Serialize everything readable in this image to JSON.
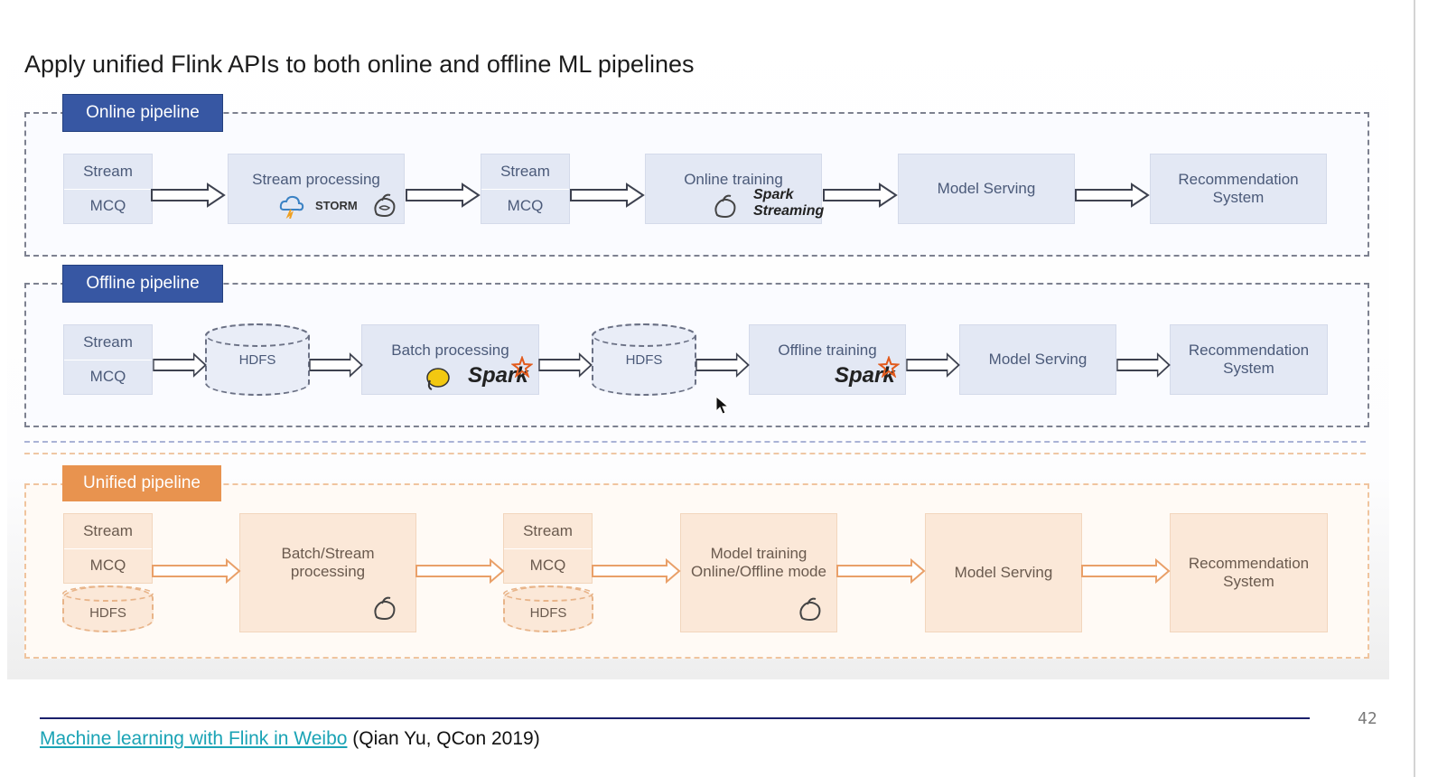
{
  "slide": {
    "title": "Apply unified Flink APIs to both online and offline ML pipelines",
    "page_number": "42"
  },
  "online": {
    "label": "Online pipeline",
    "source": [
      "Stream",
      "MCQ"
    ],
    "stream_processing": "Stream processing",
    "storm_logo": "STORM",
    "mid": [
      "Stream",
      "MCQ"
    ],
    "online_training": "Online training",
    "spark_streaming": [
      "Spark",
      "Streaming"
    ],
    "model_serving": "Model Serving",
    "recommendation": [
      "Recommendation",
      "System"
    ]
  },
  "offline": {
    "label": "Offline pipeline",
    "source": [
      "Stream",
      "MCQ"
    ],
    "hdfs1": "HDFS",
    "batch_processing": "Batch processing",
    "spark": "Spark",
    "hdfs2": "HDFS",
    "offline_training": "Offline training",
    "spark2": "Spark",
    "model_serving": "Model Serving",
    "recommendation": [
      "Recommendation",
      "System"
    ]
  },
  "unified": {
    "label": "Unified pipeline",
    "source": [
      "Stream",
      "MCQ",
      "HDFS"
    ],
    "batch_stream": [
      "Batch/Stream",
      "processing"
    ],
    "mid": [
      "Stream",
      "MCQ",
      "HDFS"
    ],
    "model_training": [
      "Model training",
      "Online/Offline mode"
    ],
    "model_serving": "Model Serving",
    "recommendation": [
      "Recommendation",
      "System"
    ]
  },
  "footer": {
    "link_text": "Machine learning with Flink in Weibo",
    "citation": "(Qian Yu, QCon 2019)"
  },
  "colors": {
    "online_tag": "#3757a3",
    "unified_tag": "#e8934f",
    "link": "#1aa3b5",
    "footer_rule": "#1a1f6b"
  }
}
